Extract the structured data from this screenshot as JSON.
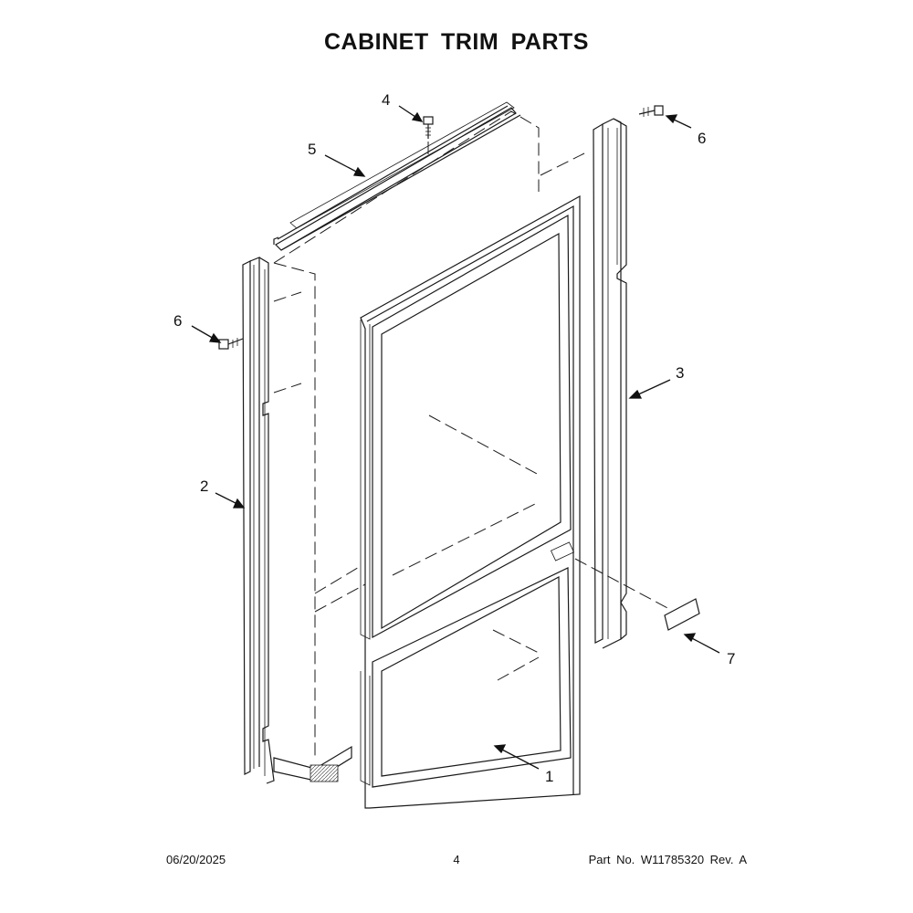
{
  "title": "CABINET TRIM PARTS",
  "callouts": [
    {
      "id": "c4",
      "label": "4"
    },
    {
      "id": "c5",
      "label": "5"
    },
    {
      "id": "c6a",
      "label": "6"
    },
    {
      "id": "c6b",
      "label": "6"
    },
    {
      "id": "c3",
      "label": "3"
    },
    {
      "id": "c2",
      "label": "2"
    },
    {
      "id": "c7",
      "label": "7"
    },
    {
      "id": "c1",
      "label": "1"
    }
  ],
  "footer": {
    "date": "06/20/2025",
    "page": "4",
    "part": "Part No.  W11785320  Rev.  A"
  }
}
